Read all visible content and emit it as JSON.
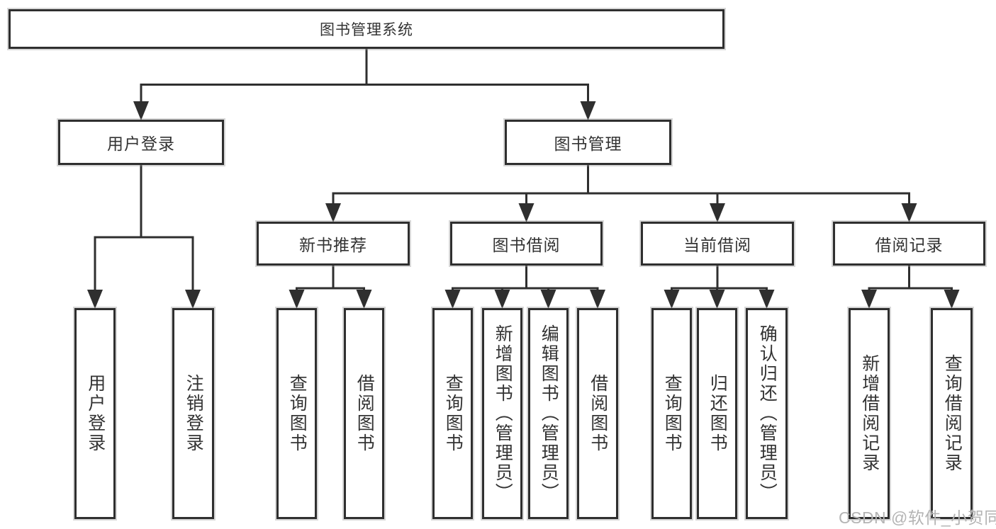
{
  "diagram": {
    "root": {
      "label": "图书管理系统"
    },
    "level2": {
      "user_login": {
        "label": "用户登录"
      },
      "book_mgmt": {
        "label": "图书管理"
      }
    },
    "level3": {
      "new_books": {
        "label": "新书推荐"
      },
      "book_borrow": {
        "label": "图书借阅"
      },
      "current_borrow": {
        "label": "当前借阅"
      },
      "borrow_records": {
        "label": "借阅记录"
      }
    },
    "leaves": {
      "user_login": [
        "用户登录",
        "注销登录"
      ],
      "new_books": [
        "查询图书",
        "借阅图书"
      ],
      "book_borrow": [
        "查询图书",
        "新增图书（管理员）",
        "编辑图书（管理员）",
        "借阅图书"
      ],
      "current_borrow": [
        "查询图书",
        "归还图书",
        "确认归还（管理员）"
      ],
      "borrow_records": [
        "新增借阅记录",
        "查询借阅记录"
      ]
    }
  },
  "watermark": {
    "text": "CSDN @软件_小贺同学"
  },
  "colors": {
    "line": "#2f2f2f",
    "text": "#333333",
    "background": "#ffffff",
    "watermark": "#b4b4b4"
  }
}
